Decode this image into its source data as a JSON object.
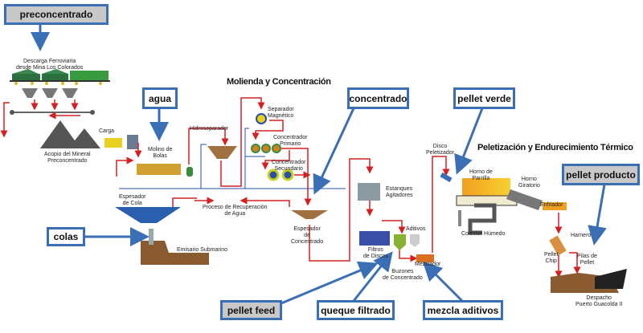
{
  "callouts": {
    "preconcentrado": "preconcentrado",
    "agua": "agua",
    "concentrado": "concentrado",
    "pellet_verde": "pellet verde",
    "pellet_producto": "pellet producto",
    "colas": "colas",
    "pellet_feed": "pellet feed",
    "queque_filtrado": "queque filtrado",
    "mezcla_aditivos": "mezcla aditivos"
  },
  "sections": {
    "molienda": "Molienda y Concentración",
    "peletizacion": "Peletización y Endurecimiento Térmico"
  },
  "labels": {
    "descarga": "Descarga Ferroviaria\ndesde Mina Los Colorados",
    "carga": "Carga",
    "acopio": "Acopio del Mineral\nPreconcentrado",
    "molino": "Molino de\nBolas",
    "hidroseparador": "Hidroseparador",
    "separador": "Separador\nMagnético",
    "conc_primario": "Concentrador\nPrimario",
    "conc_secundario": "Concentrador\nSecundario",
    "espesador_cola": "Espesador\nde Cola",
    "recuperacion": "Proceso de Recuperación\nde Agua",
    "espesador_conc": "Espesador\nde\nConcentrado",
    "emisario": "Emisario Submarino",
    "estanques": "Estanques\nAgitadores",
    "aditivos": "Aditivos",
    "filtros": "Filtros\nde Discos",
    "buzones": "Buzones\nde Concentrado",
    "mezclador": "Mezclador",
    "disco": "Disco\nPeletizador",
    "horno_parrilla": "Horno de\nParrilla",
    "horno_giratorio": "Horno\nGiratorio",
    "colector": "Colector Húmedo",
    "enfriador": "Enfriador",
    "harnero": "Harnero",
    "pellet_chip": "Pellet\nChip",
    "pilas": "Pilas de\nPellet",
    "despacho": "Despacho\nPuerto Guacolda II"
  },
  "colors": {
    "flow": "#d42020",
    "water": "#2a4fa8",
    "callout_border": "#3a6fb5",
    "callout_gray": "#c8c8c8"
  }
}
